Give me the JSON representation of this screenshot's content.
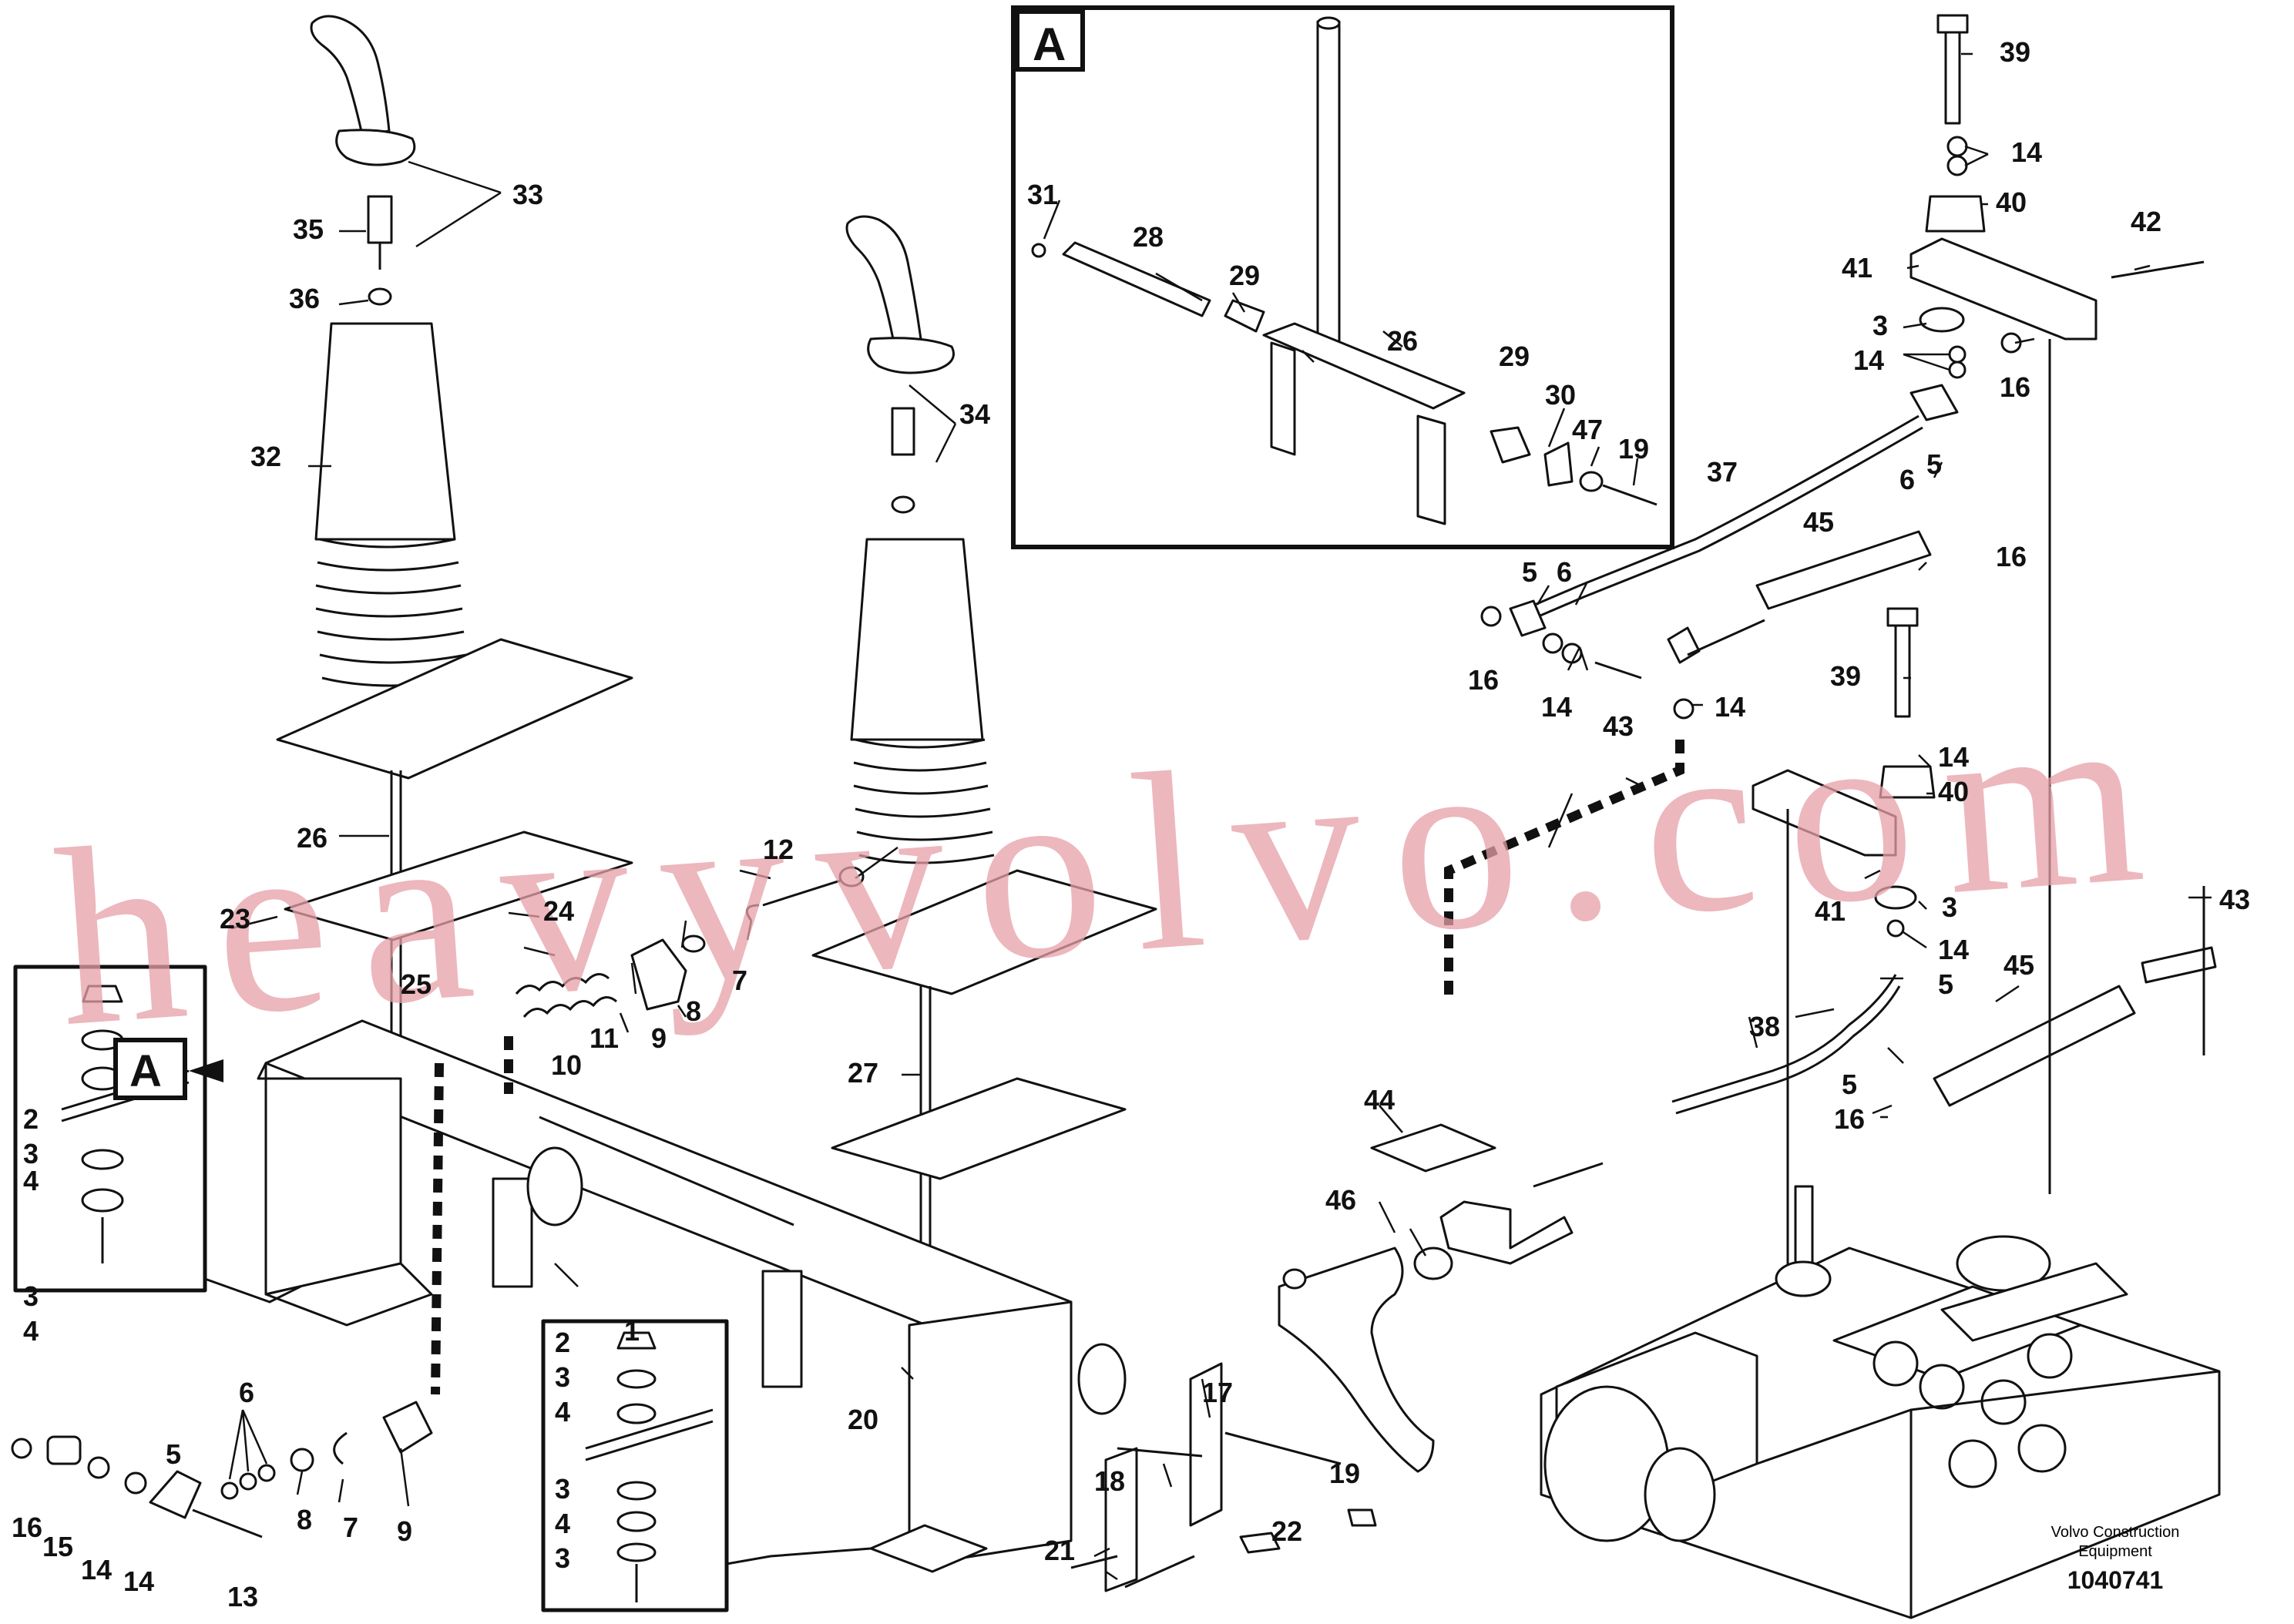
{
  "watermark": "heavyvolvo.com",
  "detail_label": "A",
  "footer": {
    "maker_line1": "Volvo Construction",
    "maker_line2": "Equipment",
    "drawing_number": "1040741"
  },
  "callouts": [
    "1",
    "2",
    "3",
    "4",
    "5",
    "6",
    "7",
    "8",
    "9",
    "10",
    "11",
    "12",
    "13",
    "14",
    "15",
    "16",
    "17",
    "18",
    "19",
    "20",
    "21",
    "22",
    "23",
    "24",
    "25",
    "26",
    "27",
    "28",
    "29",
    "30",
    "31",
    "32",
    "33",
    "34",
    "35",
    "36",
    "37",
    "38",
    "39",
    "40",
    "41",
    "42",
    "43",
    "44",
    "45",
    "46",
    "47"
  ],
  "colors": {
    "line": "#111111",
    "watermark": "#e6a0a8",
    "background": "#ffffff"
  }
}
